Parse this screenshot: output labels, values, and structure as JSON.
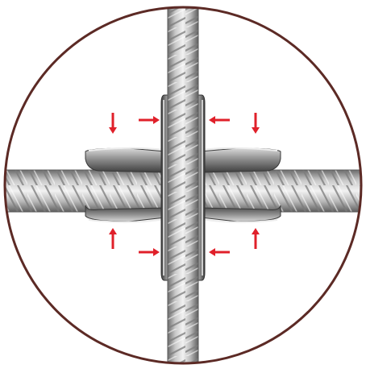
{
  "diagram": {
    "subject": "cross-wire-rope-clamp",
    "colors": {
      "frame": "#5c2a25",
      "arrow": "#e0202a",
      "metal_dark": "#4a4a4a",
      "metal_mid": "#8d8d8d",
      "metal_light": "#e4e4e4",
      "rope_light": "#d7d7d7",
      "rope_dark": "#6a6a6a"
    },
    "arrows": [
      {
        "id": "top-left-down",
        "icon": "arrow-down-icon"
      },
      {
        "id": "top-right-down",
        "icon": "arrow-down-icon"
      },
      {
        "id": "bottom-left-up",
        "icon": "arrow-up-icon"
      },
      {
        "id": "bottom-right-up",
        "icon": "arrow-up-icon"
      },
      {
        "id": "upper-left-right",
        "icon": "arrow-right-icon"
      },
      {
        "id": "upper-right-left",
        "icon": "arrow-left-icon"
      },
      {
        "id": "lower-left-right",
        "icon": "arrow-right-icon"
      },
      {
        "id": "lower-right-left",
        "icon": "arrow-left-icon"
      }
    ]
  }
}
